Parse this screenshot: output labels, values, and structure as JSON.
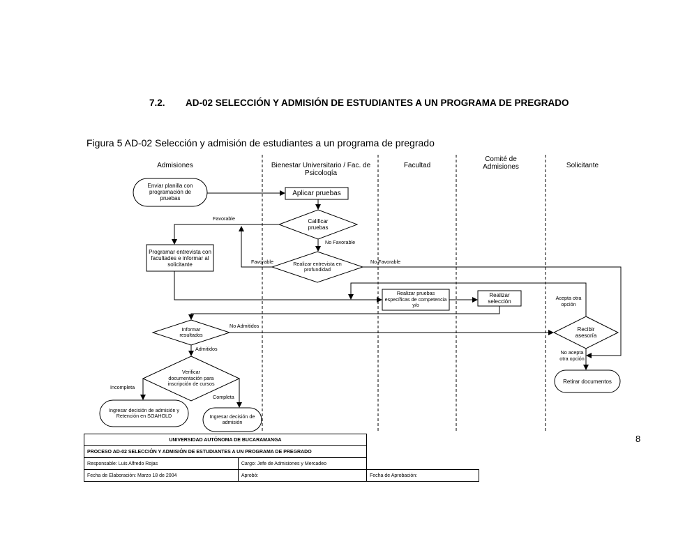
{
  "header": {
    "section_number": "7.2.",
    "section_title": "AD-02 SELECCIÓN Y ADMISIÓN DE ESTUDIANTES A UN PROGRAMA DE PREGRADO",
    "figure_caption": "Figura 5 AD-02 Selección y admisión de estudiantes a un programa de pregrado"
  },
  "lanes": {
    "admisiones": "Admisiones",
    "bienestar": "Bienestar Universitario / Fac. de Psicología",
    "facultad": "Facultad",
    "comite": "Comité de Admisiones",
    "solicitante": "Solicitante"
  },
  "nodes": {
    "enviar_planilla": "Enviar planilla con programación de pruebas",
    "aplicar_pruebas": "Aplicar pruebas",
    "calificar_pruebas": "Calificar pruebas",
    "programar_entrevista": "Programar entrevista con facultades e informar al solicitante",
    "realizar_entrevista": "Realizar entrevista en profundidad",
    "realizar_pruebas_especificas": "Realizar pruebas específicas de competencia y/o",
    "realizar_seleccion": "Realizar selección",
    "informar_resultados": "Informar resultados",
    "recibir_asesoria": "Recibir asesoría",
    "verificar_documentacion": "Verificar documentación para inscripción de cursos",
    "retirar_documentos": "Retirar documentos",
    "ingresar_decision_soahold": "Ingresar decisión de admisión y Retención en SOAHOLD",
    "ingresar_decision_admision": "Ingresar decisión de admisión"
  },
  "edge_labels": {
    "favorable_1": "Favorable",
    "no_favorable_1": "No Favorable",
    "favorable_2": "Favorable",
    "no_favorable_2": "No Favorable",
    "acepta_otra_opcion": "Acepta otra opción",
    "no_admitidos": "No Admitidos",
    "admitidos": "Admitidos",
    "no_acepta_otra_opcion": "No acepta otra opción",
    "incompleta": "Incompleta",
    "completa": "Completa"
  },
  "page_number": "8",
  "footer": {
    "university": "UNIVERSIDAD AUTÓNOMA DE BUCARAMANGA",
    "process": "PROCESO AD-02 SELECCIÓN Y ADMISIÓN DE ESTUDIANTES A UN PROGRAMA DE PREGRADO",
    "responsable": "Responsable:  Luis Alfredo Rojas",
    "cargo": "Cargo:  Jefe de Admisiones y Mercadeo",
    "fecha_elaboracion": "Fecha de Elaboración:  Marzo 18 de 2004",
    "aprobo": "Aprobó:",
    "fecha_aprobacion": "Fecha de Aprobación:"
  }
}
